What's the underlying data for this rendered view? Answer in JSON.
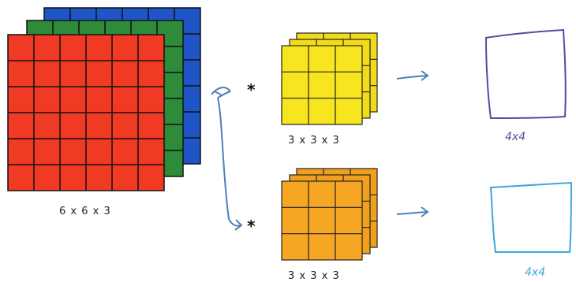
{
  "input": {
    "label": "6 x 6 x 3",
    "grid_size": 6,
    "channel_colors": [
      "#1e56c8",
      "#2e8b3a",
      "#f03a23"
    ],
    "line_color": "#111111"
  },
  "operator_symbol": "*",
  "filters": [
    {
      "label": "3 x 3 x 3",
      "grid_size": 3,
      "face_color": "#f7e51f",
      "back_color": "#f2dc1a",
      "output_label": "4x4",
      "output_color": "#5b4a9e"
    },
    {
      "label": "3 x 3 x 3",
      "grid_size": 3,
      "face_color": "#f5a623",
      "back_color": "#f0a01d",
      "output_label": "4x4",
      "output_color": "#3aa7d9"
    }
  ],
  "connector_color": "#4f7fb8"
}
